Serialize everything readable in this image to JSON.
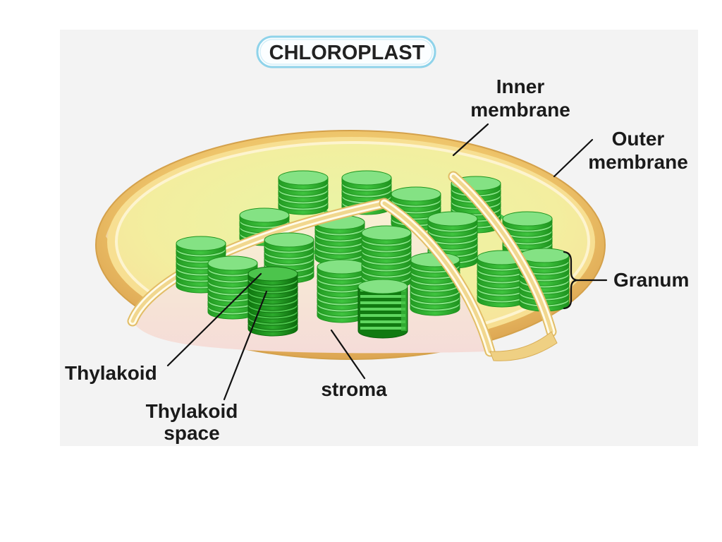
{
  "title": "CHLOROPLAST",
  "labels": {
    "inner_membrane": {
      "line1": "Inner",
      "line2": "membrane"
    },
    "outer_membrane": {
      "line1": "Outer",
      "line2": "membrane"
    },
    "granum": "Granum",
    "thylakoid": "Thylakoid",
    "thylakoid_space": {
      "line1": "Thylakoid",
      "line2": "space"
    },
    "stroma": "stroma"
  },
  "colors": {
    "title_border": "#8fd3ea",
    "outer_membrane": "#eec46a",
    "grana": "#3fc43f",
    "stroma": "#f5dcd8",
    "label_text": "#1a1a1a"
  }
}
